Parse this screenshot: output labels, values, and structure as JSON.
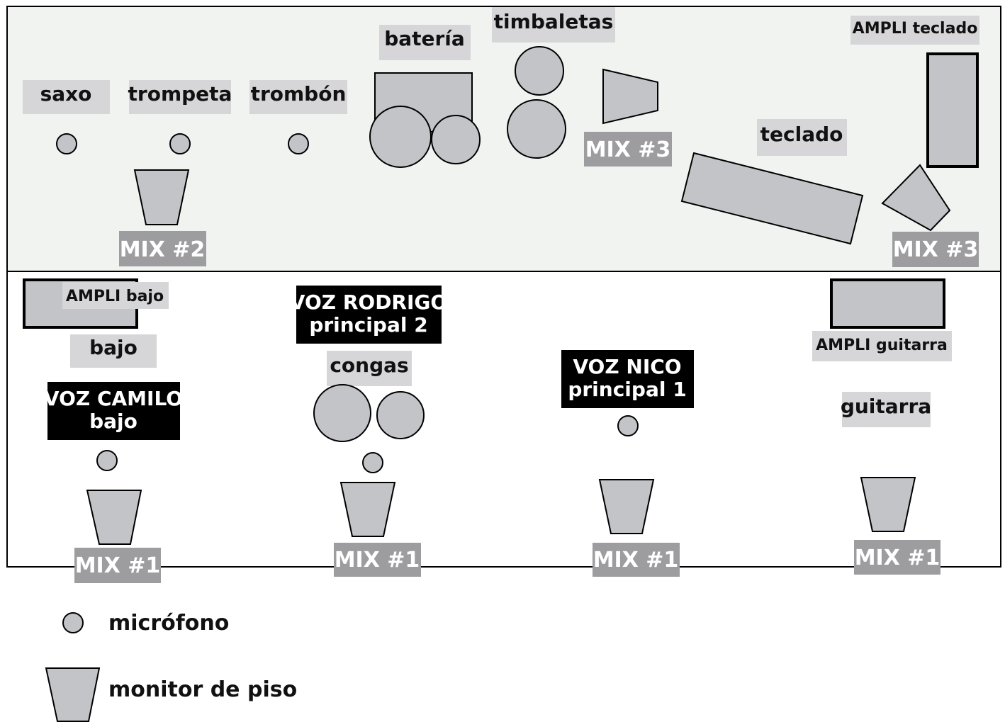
{
  "colors": {
    "upper_stage": "#f1f3f1",
    "lower_stage": "#ffffff",
    "equipment_fill": "#c3c4c8",
    "label_bg": "#d6d6d8",
    "mix_bg": "#9d9d9f",
    "voz_bg": "#000000",
    "outline": "#000000"
  },
  "upper_stage": {
    "instruments": {
      "saxo": "saxo",
      "trompeta": "trompeta",
      "trombon": "trombón",
      "bateria": "batería",
      "timbaletas": "timbaletas",
      "teclado": "teclado"
    },
    "amps": {
      "teclado": "AMPLI teclado"
    },
    "monitors": {
      "trompeta_mix": "MIX #2",
      "timbaletas_mix": "MIX #3",
      "teclado_mix": "MIX #3"
    }
  },
  "lower_stage": {
    "instruments": {
      "bajo": "bajo",
      "congas": "congas",
      "guitarra": "guitarra"
    },
    "amps": {
      "bajo": "AMPLI bajo",
      "guitarra": "AMPLI guitarra"
    },
    "voices": {
      "camilo_line1": "VOZ CAMILO",
      "camilo_line2": "bajo",
      "rodrigo_line1": "VOZ RODRIGO",
      "rodrigo_line2": "principal 2",
      "nico_line1": "VOZ NICO",
      "nico_line2": "principal 1"
    },
    "monitors": {
      "camilo_mix": "MIX #1",
      "rodrigo_mix": "MIX #1",
      "nico_mix": "MIX #1",
      "guitarra_mix": "MIX #1"
    }
  },
  "legend": {
    "microphone": "micrófono",
    "floor_monitor": "monitor de piso"
  }
}
